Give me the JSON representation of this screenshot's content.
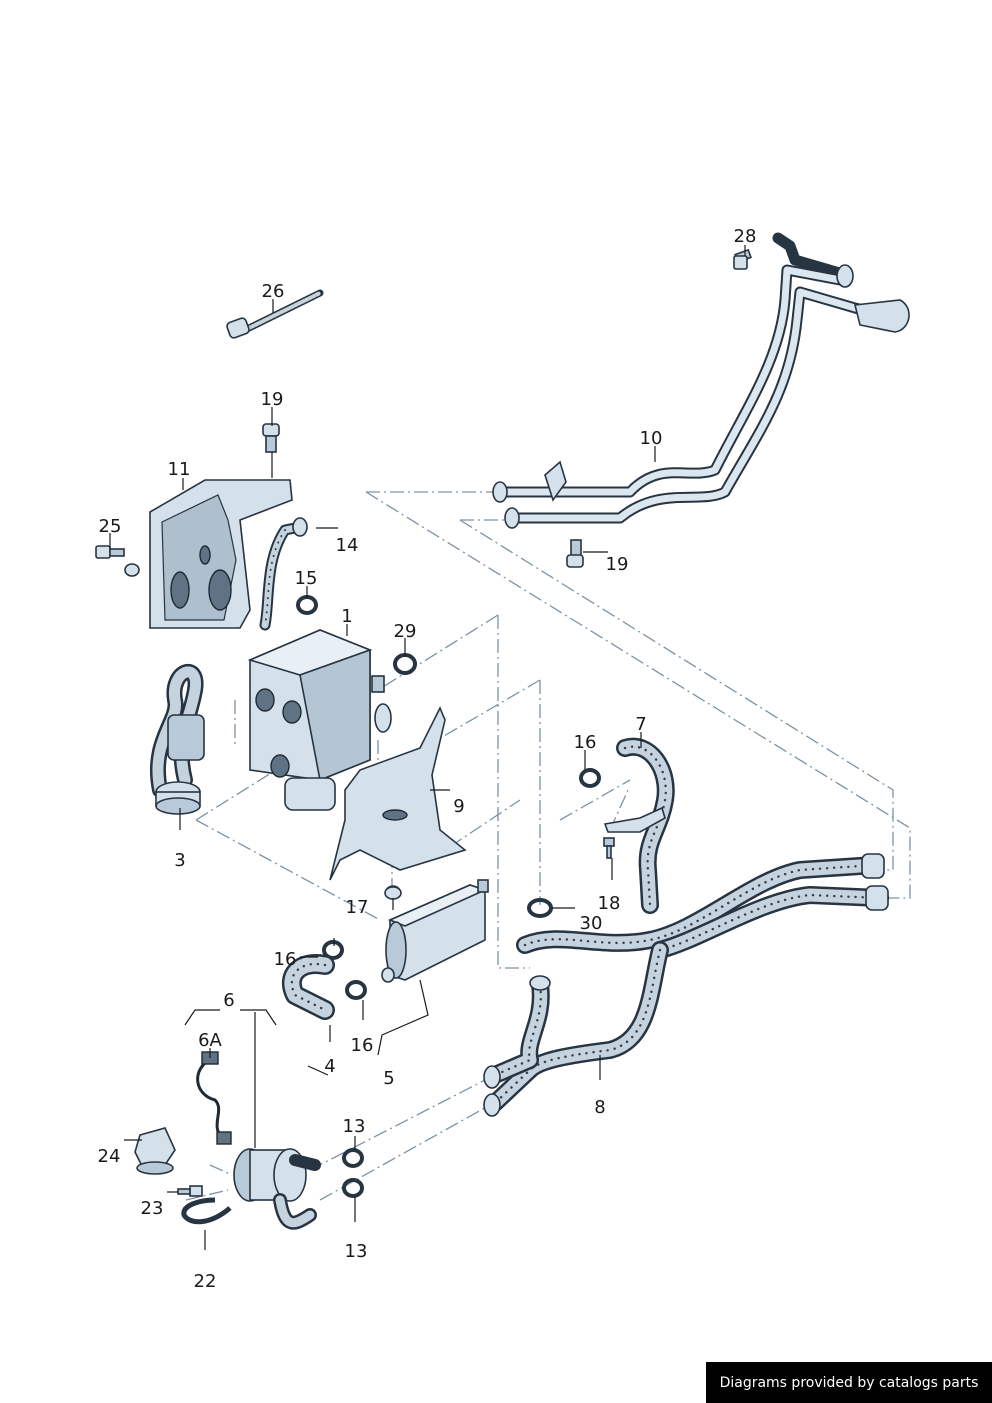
{
  "labels": {
    "l1": "1",
    "l3": "3",
    "l4": "4",
    "l5": "5",
    "l6": "6",
    "l6a": "6A",
    "l7": "7",
    "l8": "8",
    "l9": "9",
    "l10": "10",
    "l11": "11",
    "l13a": "13",
    "l13b": "13",
    "l14": "14",
    "l15": "15",
    "l16a": "16",
    "l16b": "16",
    "l16c": "16",
    "l17": "17",
    "l18": "18",
    "l19a": "19",
    "l19b": "19",
    "l22": "22",
    "l23": "23",
    "l24": "24",
    "l25": "25",
    "l26": "26",
    "l28": "28",
    "l29": "29",
    "l30": "30"
  },
  "credit": "Diagrams provided by catalogs parts",
  "colors": {
    "part_fill": "#d4e0ea",
    "outline": "#273442",
    "leader_dash": "#7d93a6",
    "credit_background": "#000000",
    "credit_text": "#ffffff"
  }
}
